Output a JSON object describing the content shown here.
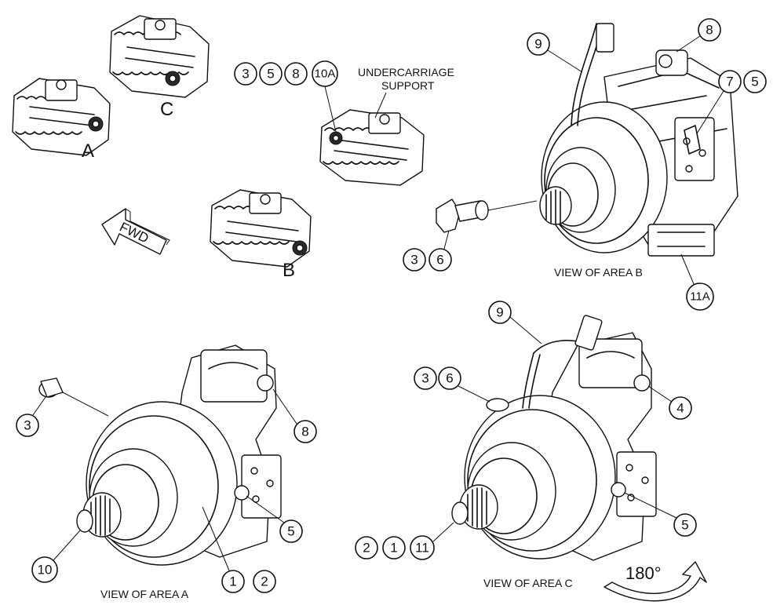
{
  "areas": {
    "a_letter": "A",
    "b_letter": "B",
    "c_letter": "C"
  },
  "fwd_label": "FWD",
  "undercarriage": {
    "line1": "UNDERCARRIAGE",
    "line2": "SUPPORT"
  },
  "views": {
    "view_a": "VIEW OF AREA A",
    "view_b": "VIEW OF AREA B",
    "view_c": "VIEW OF AREA C"
  },
  "rotation_label": "180°",
  "callouts": {
    "top_row": [
      "3",
      "5",
      "8",
      "10A"
    ],
    "b_9": "9",
    "b_8": "8",
    "b_7": "7",
    "b_5": "5",
    "b_3": "3",
    "b_6": "6",
    "b_11a": "11A",
    "a_3": "3",
    "a_8": "8",
    "a_5": "5",
    "a_10": "10",
    "a_1": "1",
    "a_2": "2",
    "c_9": "9",
    "c_3": "3",
    "c_6": "6",
    "c_4": "4",
    "c_5": "5",
    "c_2": "2",
    "c_1": "1",
    "c_11": "11"
  }
}
